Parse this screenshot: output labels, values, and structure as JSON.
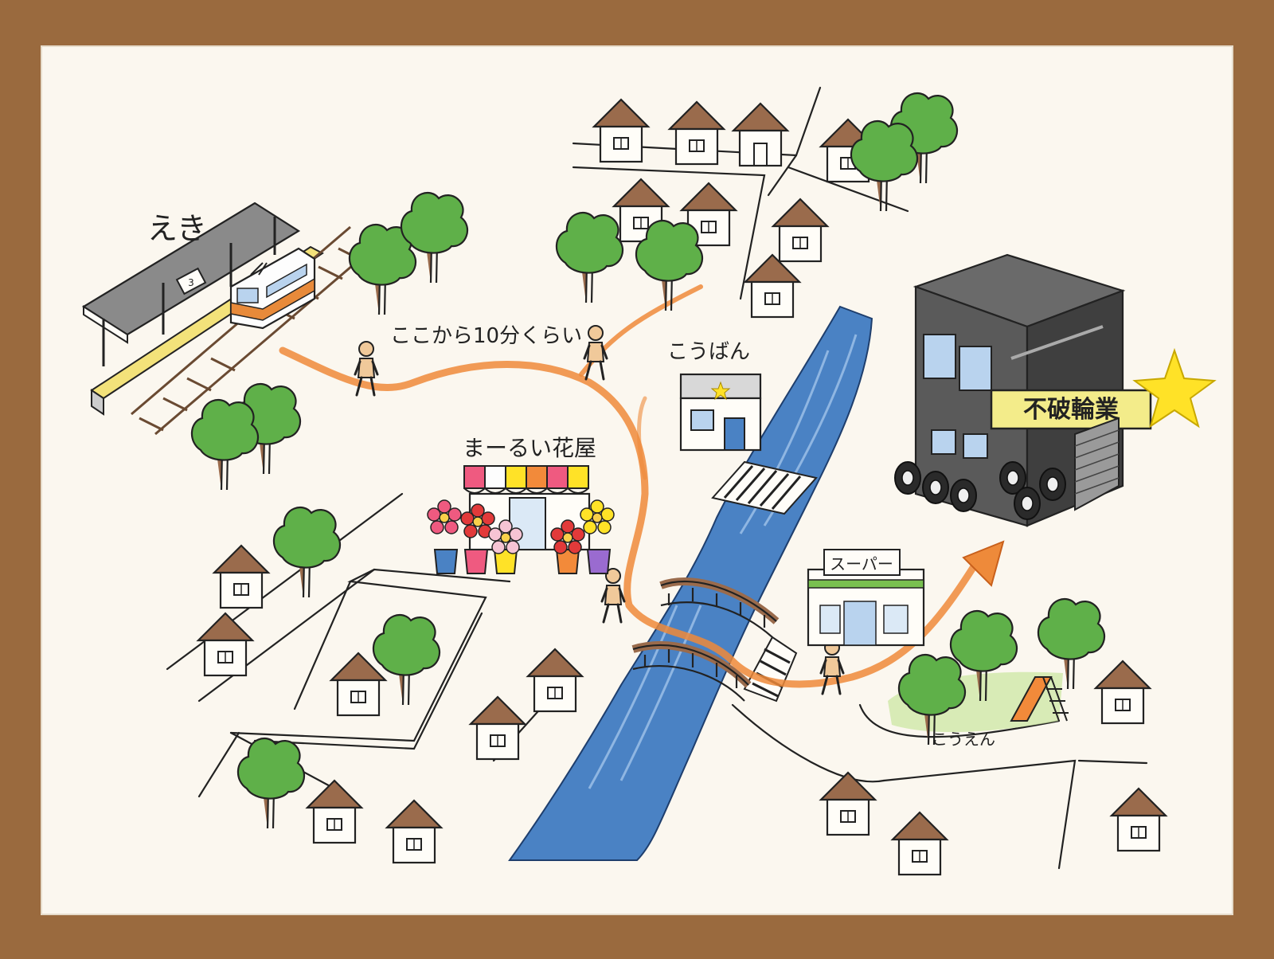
{
  "labels": {
    "station": "えき",
    "platform_number": "3",
    "route_note": "ここから10分くらい",
    "police_box": "こうばん",
    "flower_shop": "まーるい花屋",
    "supermarket": "スーパー",
    "park": "こうえん",
    "company": "不破輪業"
  },
  "colors": {
    "table": "#9a6a3e",
    "paper": "#fbf7ef",
    "route": "#ee8a3a",
    "river": "#4a82c4",
    "tree": "#5fb049",
    "roof": "#9a6b4c",
    "building": "#4a4a4a",
    "sign": "#f3ec8a",
    "star": "#ffe227"
  },
  "icons": [
    "train-icon",
    "house-icon",
    "tree-icon",
    "person-icon",
    "flower-pot-icon",
    "star-icon",
    "tire-icon",
    "slide-icon",
    "bridge-icon",
    "crosswalk-icon",
    "route-arrow-icon"
  ]
}
